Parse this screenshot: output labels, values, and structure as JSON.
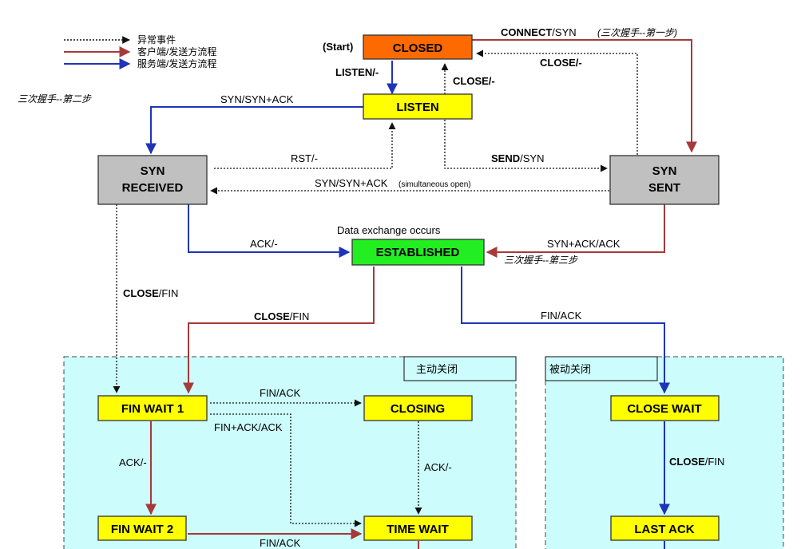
{
  "colors": {
    "client_flow": "#a63a3a",
    "server_flow": "#1f34b8",
    "event_flow": "#111111",
    "closed_fill": "#ff6a00",
    "state_fill": "#ffff00",
    "syn_fill": "#c0c0c0",
    "established_fill": "#22ee22",
    "region_fill": "#ccfcfc"
  },
  "legend": {
    "event": "异常事件",
    "client": "客户端/发送方流程",
    "server": "服务端/发送方流程"
  },
  "states": {
    "closed": "CLOSED",
    "listen": "LISTEN",
    "syn_received_1": "SYN",
    "syn_received_2": "RECEIVED",
    "syn_sent_1": "SYN",
    "syn_sent_2": "SENT",
    "established": "ESTABLISHED",
    "fin_wait_1": "FIN WAIT 1",
    "fin_wait_2": "FIN WAIT 2",
    "closing": "CLOSING",
    "time_wait": "TIME WAIT",
    "close_wait": "CLOSE WAIT",
    "last_ack": "LAST ACK"
  },
  "labels": {
    "start": "(Start)",
    "connect_bold": "CONNECT",
    "connect_rest": "/SYN",
    "handshake_step1": "(三次握手--第一步)",
    "close_closed": "CLOSE/-",
    "listen_cmd": "LISTEN/-",
    "close_listen": "CLOSE/-",
    "handshake_step2": "三次握手--第二步",
    "syn_synack": "SYN/SYN+ACK",
    "rst": "RST/-",
    "send_bold": "SEND",
    "send_rest": "/SYN",
    "simultaneous_a": "SYN/SYN+ACK",
    "simultaneous_b": "(simultaneous open)",
    "data_exchange": "Data exchange occurs",
    "ack_est": "ACK/-",
    "synack_ack": "SYN+ACK/ACK",
    "handshake_step3": "三次握手--第三步",
    "close_fin_left_bold": "CLOSE",
    "close_fin_left_rest": "/FIN",
    "close_fin_mid_bold": "CLOSE",
    "close_fin_mid_rest": "/FIN",
    "fin_ack_passive": "FIN/ACK",
    "fin_ack_closing": "FIN/ACK",
    "fin_ack_ack": "FIN+ACK/ACK",
    "ack_fw": "ACK/-",
    "ack_closing": "ACK/-",
    "fin_ack_fw2": "FIN/ACK",
    "close_fin_cw_bold": "CLOSE",
    "close_fin_cw_rest": "/FIN"
  },
  "regions": {
    "active_close": "主动关闭",
    "passive_close": "被动关闭"
  }
}
